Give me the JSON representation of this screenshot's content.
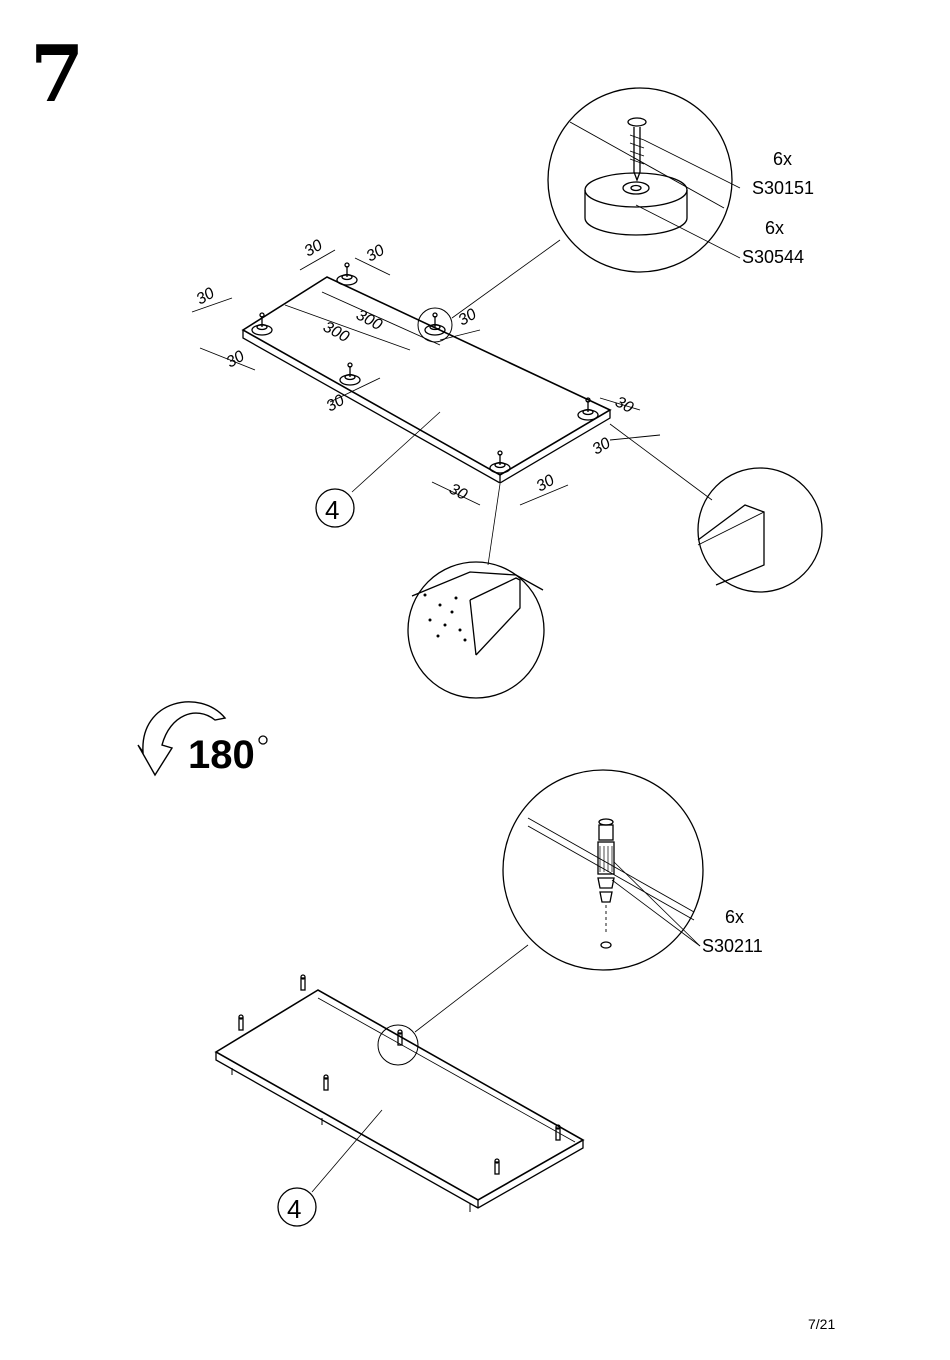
{
  "step": {
    "number": "7"
  },
  "top_assembly": {
    "part_label": "4",
    "dimensions": [
      "30",
      "30",
      "30",
      "300",
      "300",
      "30",
      "30",
      "30",
      "30",
      "30",
      "30",
      "30"
    ],
    "callouts": [
      {
        "qty": "6x",
        "code": "S30151"
      },
      {
        "qty": "6x",
        "code": "S30544"
      }
    ]
  },
  "rotation": {
    "value": "180",
    "unit_symbol": "°"
  },
  "bottom_assembly": {
    "part_label": "4",
    "callouts": [
      {
        "qty": "6x",
        "code": "S30211"
      }
    ]
  },
  "footer": {
    "page": "7/21"
  }
}
